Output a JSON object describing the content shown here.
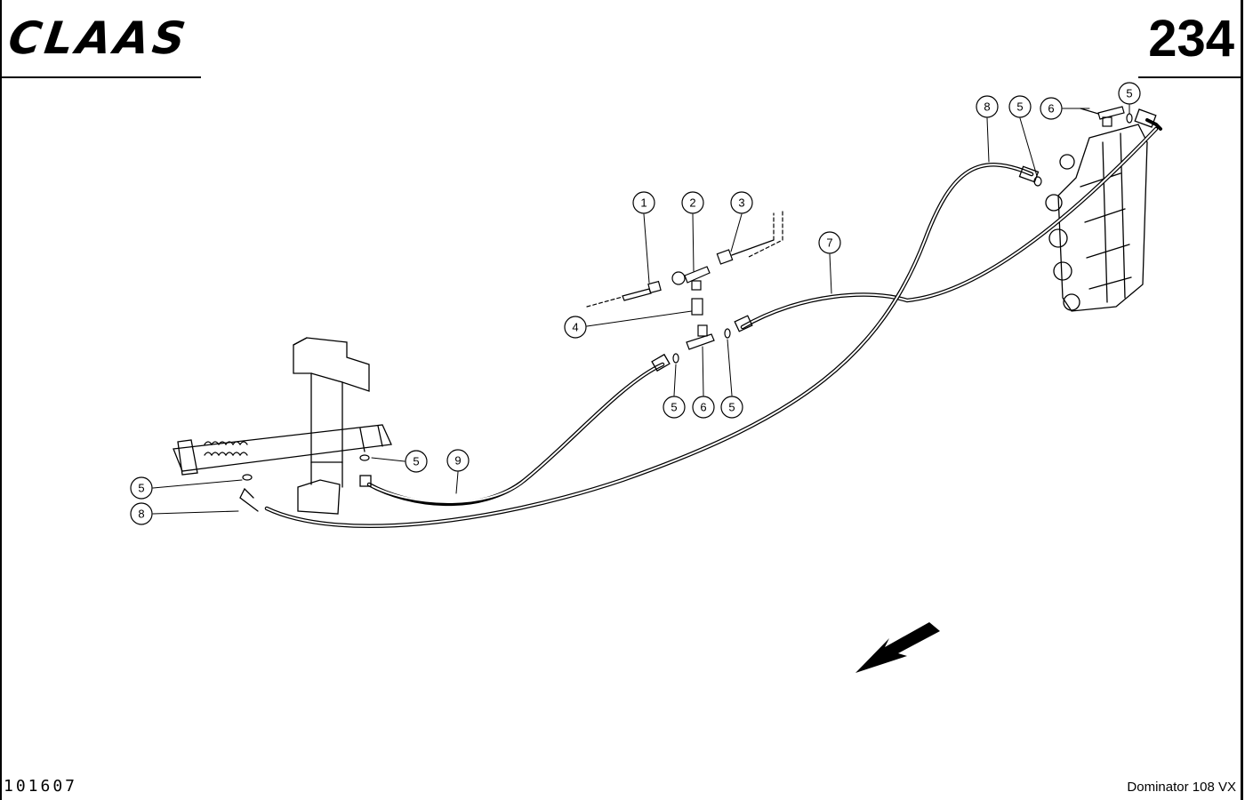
{
  "header": {
    "brand": "CLAAS",
    "page_number": "234"
  },
  "footer": {
    "drawing_number": "101607",
    "model": "Dominator 108 VX"
  },
  "callouts": [
    {
      "label": "1"
    },
    {
      "label": "2"
    },
    {
      "label": "3"
    },
    {
      "label": "4"
    },
    {
      "label": "5"
    },
    {
      "label": "6"
    },
    {
      "label": "5"
    },
    {
      "label": "7"
    },
    {
      "label": "8"
    },
    {
      "label": "5"
    },
    {
      "label": "6"
    },
    {
      "label": "5"
    },
    {
      "label": "5"
    },
    {
      "label": "9"
    },
    {
      "label": "5"
    },
    {
      "label": "8"
    }
  ],
  "icons": {
    "direction_arrow": "arrow-down-left-icon"
  }
}
